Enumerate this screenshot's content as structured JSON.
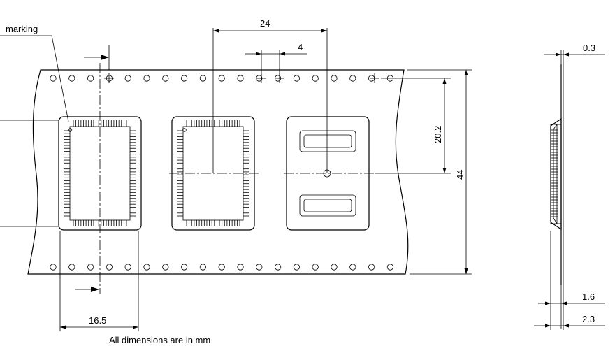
{
  "labels": {
    "marking": "marking",
    "dim_pitch": "24",
    "dim_hole_pitch": "4",
    "dim_hole_to_center": "20.2",
    "dim_tape_width": "44",
    "dim_pocket": "16.5",
    "dim_tape_thickness": "0.3",
    "dim_cover": "1.6",
    "dim_depth": "2.3",
    "note": "All dimensions are in mm"
  },
  "colors": {
    "line": "#000000",
    "background": "#ffffff"
  }
}
